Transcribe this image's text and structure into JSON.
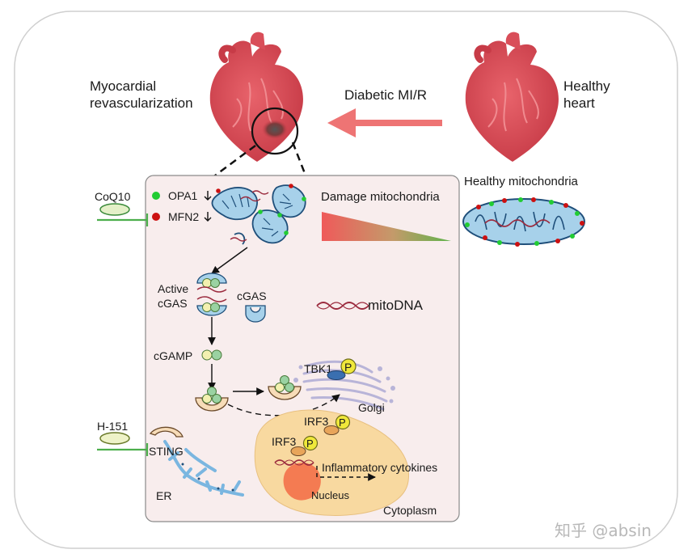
{
  "labels": {
    "myocardial_line1": "Myocardial",
    "myocardial_line2": "revascularization",
    "diabetic": "Diabetic MI/R",
    "healthy_line1": "Healthy",
    "healthy_line2": "heart",
    "healthy_mito": "Healthy mitochondria",
    "damage_mito": "Damage mitochondria",
    "coq10": "CoQ10",
    "opa1": "OPA1",
    "mfn2": "MFN2",
    "active": "Active",
    "cgas_active": "cGAS",
    "cgas": "cGAS",
    "mitodna": "mitoDNA",
    "cgamp": "cGAMP",
    "tbk1": "TBK1",
    "p": "P",
    "golgi": "Golgi",
    "irf3_upper": "IRF3",
    "irf3_lower": "IRF3",
    "h151": "H-151",
    "sting": "STING",
    "er": "ER",
    "inflammatory": "Inflammatory cytokines",
    "nucleus": "Nucleus",
    "cytoplasm": "Cytoplasm"
  },
  "watermark": "知乎 @absin",
  "colors": {
    "heart": "#d84a55",
    "arrow": "#ee7474",
    "inhibitor": "#4cae4c",
    "opa1_dot": "#22cc33",
    "mfn2_dot": "#cc1111",
    "panel_bg": "#f8eded",
    "mito": "#a7d1ea",
    "nucleus_bg": "#f8d9a0",
    "nucleus": "#f47b52"
  }
}
